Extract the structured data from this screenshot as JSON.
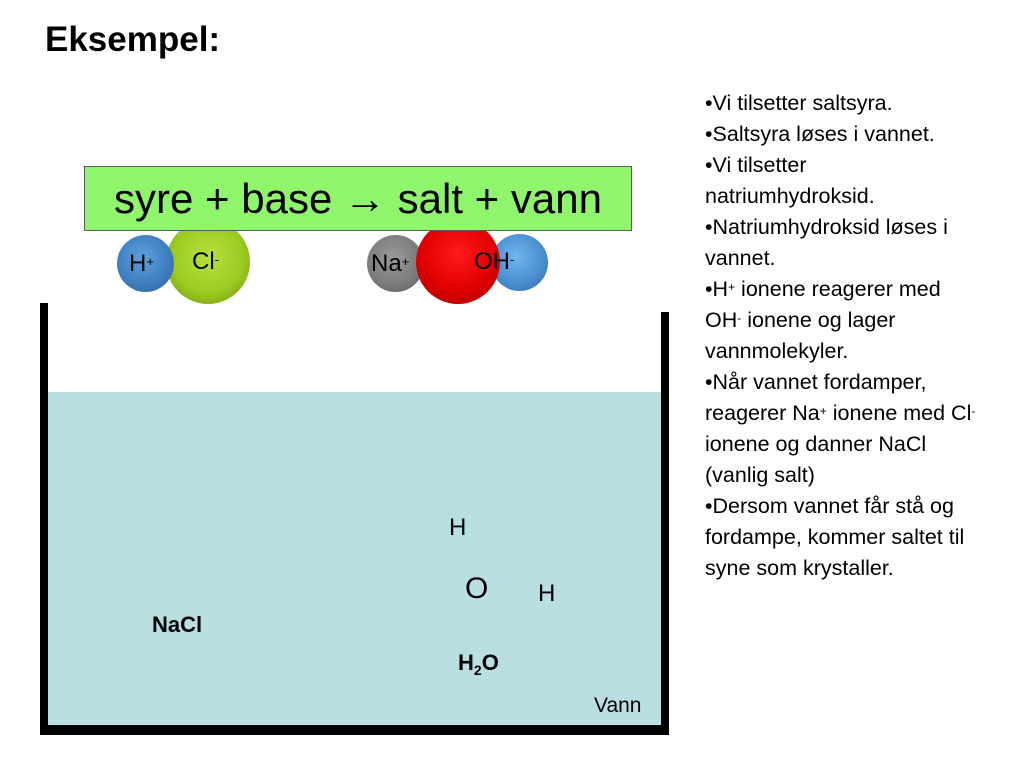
{
  "slide": {
    "title": "Eksempel:"
  },
  "equation": {
    "text": "syre + base → salt + vann",
    "background_color": "#8ef56d"
  },
  "molecules": {
    "hcl": {
      "h_label": "H",
      "h_charge": "+",
      "cl_label": "Cl",
      "cl_charge": "-"
    },
    "naoh": {
      "na_label": "Na",
      "na_charge": "+",
      "oh_label": "OH",
      "oh_charge": "-"
    }
  },
  "beaker": {
    "water_color": "#b9dfe3",
    "water_label": "Vann",
    "nacl_label": "NaCl",
    "water_molecule": {
      "h_top": "H",
      "o": "O",
      "h_right": "H",
      "formula_h": "H",
      "formula_sub": "2",
      "formula_o": "O"
    }
  },
  "bullets": [
    {
      "parts": [
        "•Vi tilsetter saltsyra."
      ]
    },
    {
      "parts": [
        "•Saltsyra løses i vannet."
      ]
    },
    {
      "parts": [
        "•Vi tilsetter natriumhydroksid."
      ]
    },
    {
      "parts": [
        "•Natriumhydroksid løses i vannet."
      ]
    },
    {
      "parts": [
        "•H",
        "+",
        " ionene reagerer med OH",
        "-",
        " ionene og lager vannmolekyler."
      ]
    },
    {
      "parts": [
        "•Når vannet fordamper, reagerer Na",
        "+",
        " ionene med Cl",
        "-",
        " ionene og danner NaCl (vanlig salt)"
      ]
    },
    {
      "parts": [
        "•Dersom vannet får stå og fordampe, kommer saltet til syne som krystaller."
      ]
    }
  ]
}
